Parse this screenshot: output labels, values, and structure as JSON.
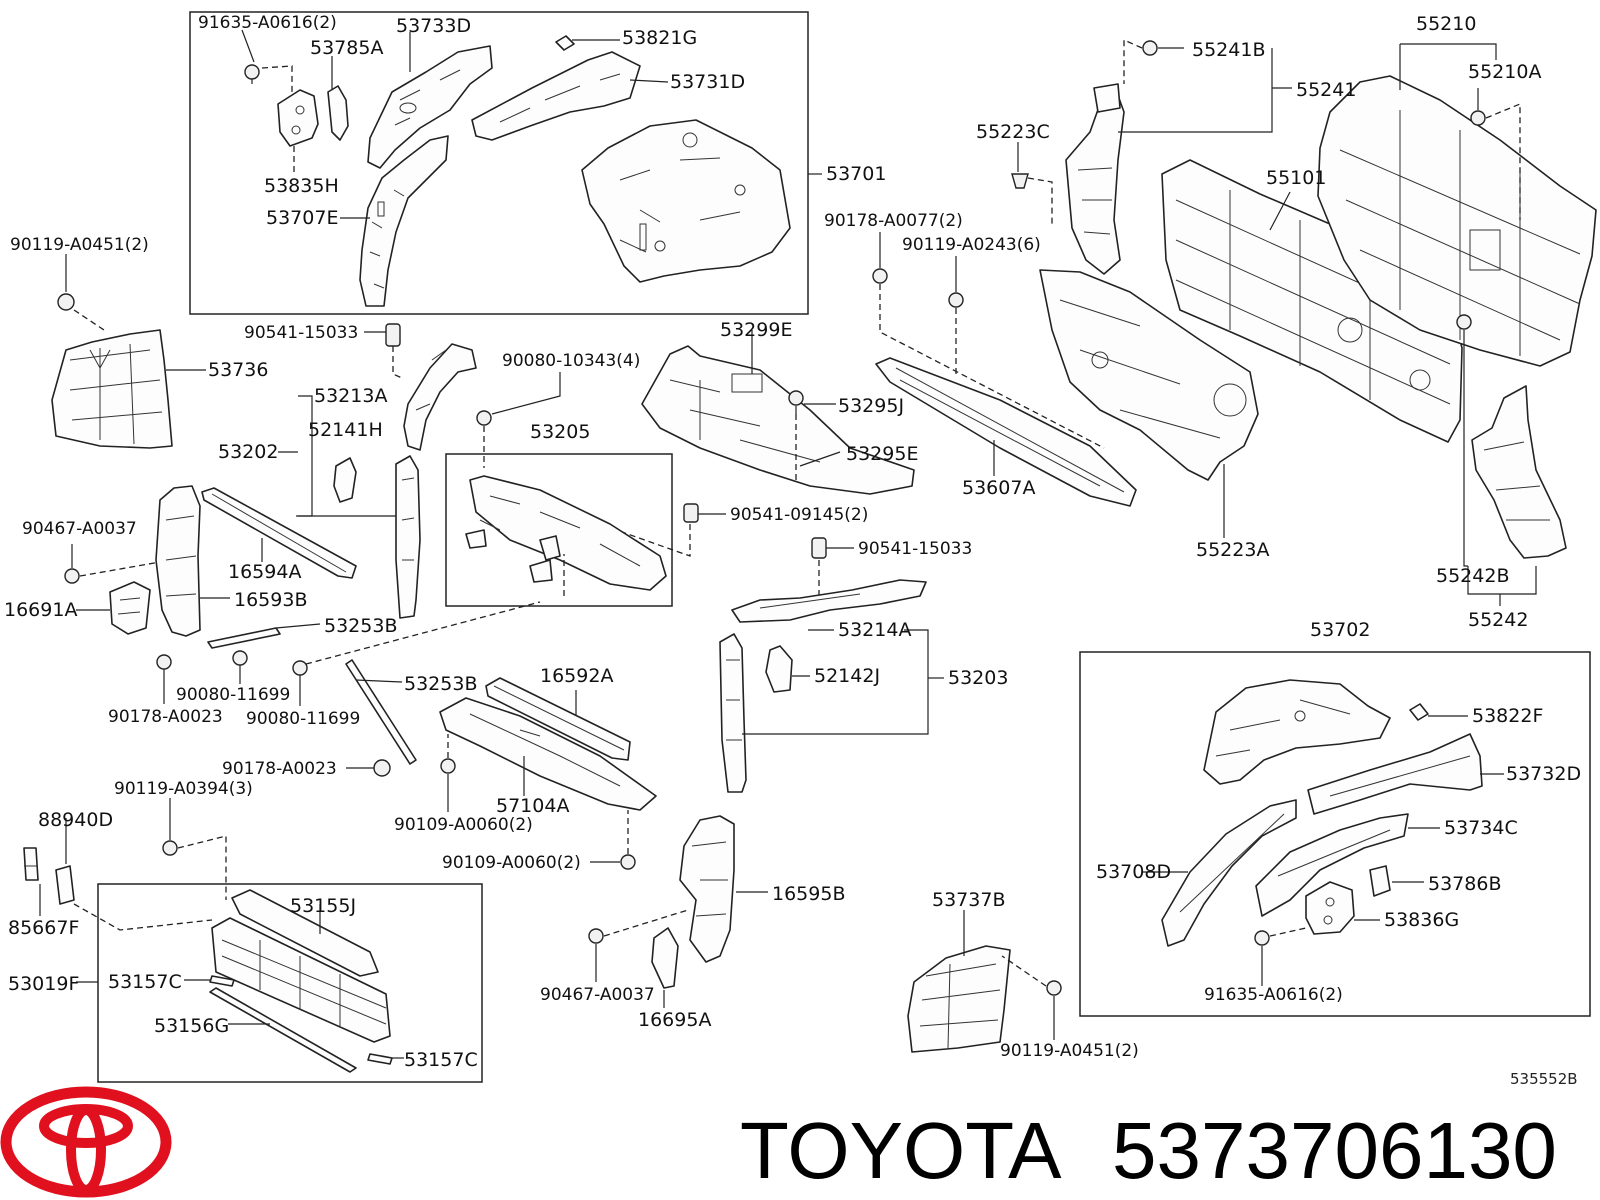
{
  "brand": "TOYOTA",
  "part_number": "5373706130",
  "illustration_code": "535552B",
  "colors": {
    "logo": "#e0101e",
    "ink": "#111111"
  },
  "labels": {
    "l91635a0616_top": "91635-A0616(2)",
    "l53733d": "53733D",
    "l53821g": "53821G",
    "l53785a": "53785A",
    "l53731d": "53731D",
    "l53701": "53701",
    "l53835h": "53835H",
    "l53707e": "53707E",
    "l90119a0451_left": "90119-A0451(2)",
    "l53736": "53736",
    "l90541_15033_top": "90541-15033",
    "l53213a": "53213A",
    "l52141h": "52141H",
    "l53202": "53202",
    "l90080_10343": "90080-10343(4)",
    "l53205": "53205",
    "l53299e": "53299E",
    "l53295j": "53295J",
    "l53295e": "53295E",
    "l90467a0037_left": "90467-A0037",
    "l16594a": "16594A",
    "l16593b": "16593B",
    "l16691a": "16691A",
    "l53253b_1": "53253B",
    "l53253b_2": "53253B",
    "l90080_11699_1": "90080-11699",
    "l90080_11699_2": "90080-11699",
    "l90178a0023_1": "90178-A0023",
    "l90178a0023_2": "90178-A0023",
    "l90541_09145": "90541-09145(2)",
    "l90541_15033_mid": "90541-15033",
    "l53214a": "53214A",
    "l52142j": "52142J",
    "l53203": "53203",
    "l16592a": "16592A",
    "l57104a": "57104A",
    "l90109a0060_1": "90109-A0060(2)",
    "l90109a0060_2": "90109-A0060(2)",
    "l90119a0394": "90119-A0394(3)",
    "l88940d": "88940D",
    "l85667f": "85667F",
    "l53155j": "53155J",
    "l53019f": "53019F",
    "l53157c_1": "53157C",
    "l53156g": "53156G",
    "l53157c_2": "53157C",
    "l16595b": "16595B",
    "l90467a0037_mid": "90467-A0037",
    "l16695a": "16695A",
    "l53737b": "53737B",
    "l90119a0451_bottom": "90119-A0451(2)",
    "l90178a0077": "90178-A0077(2)",
    "l90119a0243": "90119-A0243(6)",
    "l53607a": "53607A",
    "l55223c": "55223C",
    "l55241b": "55241B",
    "l55241": "55241",
    "l55210": "55210",
    "l55210a": "55210A",
    "l55101": "55101",
    "l55223a": "55223A",
    "l55242b": "55242B",
    "l55242": "55242",
    "l53702": "53702",
    "l53822f": "53822F",
    "l53732d": "53732D",
    "l53734c": "53734C",
    "l53708d": "53708D",
    "l53786b": "53786B",
    "l53836g": "53836G",
    "l91635a0616_bottom": "91635-A0616(2)"
  }
}
